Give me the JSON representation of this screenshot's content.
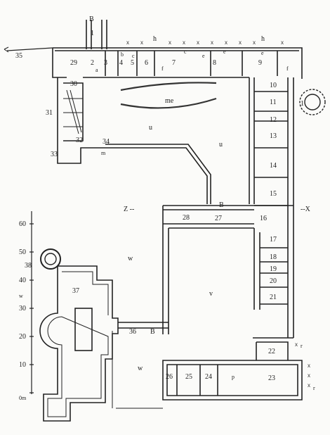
{
  "plan": {
    "room_numbers": {
      "r1": "1",
      "r2": "2",
      "r3": "3",
      "r4": "4",
      "r5": "5",
      "r6": "6",
      "r7": "7",
      "r8": "8",
      "r9": "9",
      "r10": "10",
      "r11": "11",
      "r12": "12",
      "r13": "13",
      "r14": "14",
      "r15": "15",
      "r16": "16",
      "r17": "17",
      "r18": "18",
      "r19": "19",
      "r20": "20",
      "r21": "21",
      "r22": "22",
      "r23": "23",
      "r24": "24",
      "r25": "25",
      "r26": "26",
      "r27": "27",
      "r28": "28",
      "r29": "29",
      "r30": "30",
      "r31": "31",
      "r32": "32",
      "r33": "33",
      "r34": "34",
      "r35": "35",
      "r36": "36",
      "r37": "37",
      "r38": "38",
      "r1_round": "1"
    },
    "letters": {
      "B_top": "B",
      "B_mid": "B",
      "B_bottom": "B",
      "h1": "h",
      "h2": "h",
      "u1": "u",
      "u2": "u",
      "v1": "v",
      "w1": "w",
      "w2": "w",
      "me": "me",
      "m": "m",
      "a": "a",
      "b": "b",
      "c1": "c",
      "c2": "c",
      "e1": "e",
      "e2": "e",
      "e3": "e",
      "f1": "f",
      "f2": "f",
      "p": "p",
      "r1": "r",
      "r2": "r",
      "Z": "Z --",
      "X": "--X"
    },
    "scale": {
      "ticks": [
        "60",
        "50",
        "40",
        "30",
        "20",
        "10",
        "0m"
      ],
      "unit_label": "w"
    },
    "x_marks": "x"
  }
}
